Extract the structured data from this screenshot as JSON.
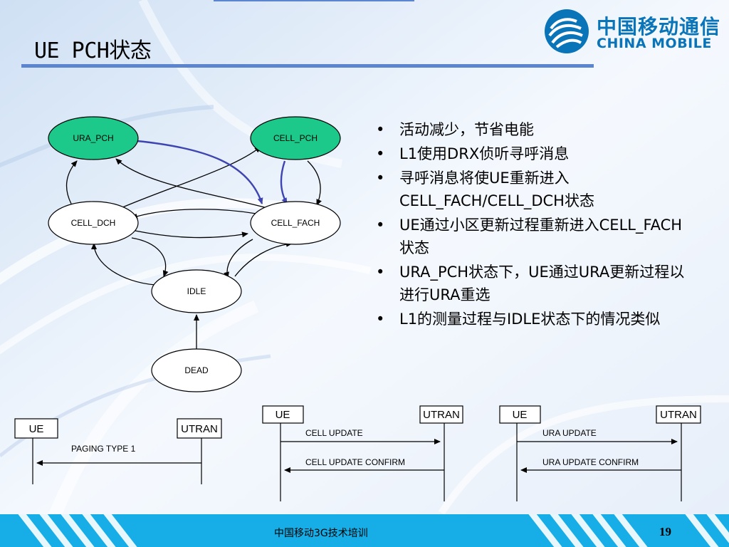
{
  "title": "UE PCH状态",
  "logo": {
    "cn": "中国移动通信",
    "en": "CHINA MOBILE"
  },
  "bullets": [
    "活动减少，节省电能",
    "L1使用DRX侦听寻呼消息",
    "寻呼消息将使UE重新进入CELL_FACH/CELL_DCH状态",
    "UE通过小区更新过程重新进入CELL_FACH状态",
    "URA_PCH状态下，UE通过URA更新过程以进行URA重选",
    "L1的测量过程与IDLE状态下的情况类似"
  ],
  "states": {
    "ura_pch": "URA_PCH",
    "cell_pch": "CELL_PCH",
    "cell_dch": "CELL_DCH",
    "cell_fach": "CELL_FACH",
    "idle": "IDLE",
    "dead": "DEAD"
  },
  "state_colors": {
    "pch_fill": "#1dc98a",
    "default_fill": "#ffffff",
    "highlight_arrow": "#3e44b0"
  },
  "sequences": {
    "paging": {
      "ue": "UE",
      "utran": "UTRAN",
      "msg1": "PAGING TYPE 1"
    },
    "cell_update": {
      "ue": "UE",
      "utran": "UTRAN",
      "msg1": "CELL UPDATE",
      "msg2": "CELL UPDATE CONFIRM"
    },
    "ura_update": {
      "ue": "UE",
      "utran": "UTRAN",
      "msg1": "URA UPDATE",
      "msg2": "URA UPDATE CONFIRM"
    }
  },
  "footer": {
    "text": "中国移动3G技术培训",
    "page": "19"
  }
}
